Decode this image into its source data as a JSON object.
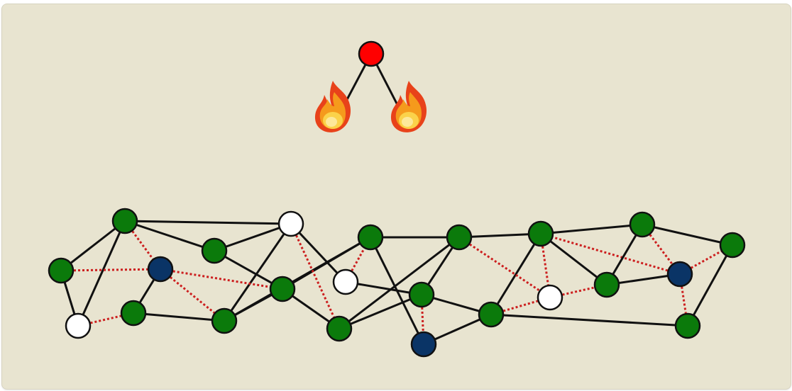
{
  "diagram": {
    "colors": {
      "background": "#e8e4d0",
      "edge_solid": "#111111",
      "edge_dotted": "#cc1f1f",
      "green": "#0b7a0b",
      "navy": "#0a3466",
      "white": "#ffffff",
      "red": "#ff0000",
      "outline": "#111111"
    },
    "root": {
      "id": "root",
      "color": "red"
    },
    "fire_icons": [
      "fire-left",
      "fire-right"
    ],
    "nodes": [
      {
        "id": "n1",
        "color": "green"
      },
      {
        "id": "n2",
        "color": "white"
      },
      {
        "id": "n3",
        "color": "green"
      },
      {
        "id": "n4",
        "color": "green"
      },
      {
        "id": "n5",
        "color": "navy"
      },
      {
        "id": "n6",
        "color": "green"
      },
      {
        "id": "n7",
        "color": "white"
      },
      {
        "id": "n8",
        "color": "green"
      },
      {
        "id": "n9",
        "color": "green"
      },
      {
        "id": "n10",
        "color": "white"
      },
      {
        "id": "n11",
        "color": "green"
      },
      {
        "id": "n12",
        "color": "green"
      },
      {
        "id": "n13",
        "color": "green"
      },
      {
        "id": "n14",
        "color": "navy"
      },
      {
        "id": "n15",
        "color": "green"
      },
      {
        "id": "n16",
        "color": "green"
      },
      {
        "id": "n17",
        "color": "white"
      },
      {
        "id": "n18",
        "color": "green"
      },
      {
        "id": "n19",
        "color": "green"
      },
      {
        "id": "n20",
        "color": "navy"
      },
      {
        "id": "n21",
        "color": "green"
      },
      {
        "id": "n22",
        "color": "green"
      }
    ],
    "edges": [
      {
        "from": "n1",
        "to": "n4",
        "style": "solid"
      },
      {
        "from": "n1",
        "to": "n2",
        "style": "solid"
      },
      {
        "from": "n4",
        "to": "n2",
        "style": "solid"
      },
      {
        "from": "n4",
        "to": "n7",
        "style": "solid"
      },
      {
        "from": "n4",
        "to": "n6",
        "style": "solid"
      },
      {
        "from": "n6",
        "to": "n7",
        "style": "solid"
      },
      {
        "from": "n6",
        "to": "n9",
        "style": "solid"
      },
      {
        "from": "n5",
        "to": "n3",
        "style": "solid"
      },
      {
        "from": "n3",
        "to": "n8",
        "style": "solid"
      },
      {
        "from": "n8",
        "to": "n7",
        "style": "solid"
      },
      {
        "from": "n8",
        "to": "n12",
        "style": "solid"
      },
      {
        "from": "n9",
        "to": "n8",
        "style": "solid"
      },
      {
        "from": "n9",
        "to": "n11",
        "style": "solid"
      },
      {
        "from": "n9",
        "to": "n12",
        "style": "solid"
      },
      {
        "from": "n7",
        "to": "n10",
        "style": "solid"
      },
      {
        "from": "n10",
        "to": "n13",
        "style": "solid"
      },
      {
        "from": "n11",
        "to": "n15",
        "style": "solid"
      },
      {
        "from": "n11",
        "to": "n13",
        "style": "solid"
      },
      {
        "from": "n15",
        "to": "n13",
        "style": "solid"
      },
      {
        "from": "n15",
        "to": "n12",
        "style": "solid"
      },
      {
        "from": "n12",
        "to": "n14",
        "style": "solid"
      },
      {
        "from": "n14",
        "to": "n16",
        "style": "solid"
      },
      {
        "from": "n13",
        "to": "n16",
        "style": "solid"
      },
      {
        "from": "n15",
        "to": "n18",
        "style": "solid"
      },
      {
        "from": "n18",
        "to": "n16",
        "style": "solid"
      },
      {
        "from": "n18",
        "to": "n19",
        "style": "solid"
      },
      {
        "from": "n18",
        "to": "n21",
        "style": "solid"
      },
      {
        "from": "n21",
        "to": "n19",
        "style": "solid"
      },
      {
        "from": "n19",
        "to": "n20",
        "style": "solid"
      },
      {
        "from": "n21",
        "to": "n22",
        "style": "solid"
      },
      {
        "from": "n22",
        "to": "n21",
        "style": "solid"
      },
      {
        "from": "n16",
        "to": "n22",
        "style": "solid"
      },
      {
        "from": "n22",
        "to": "n19",
        "style": "solid"
      },
      {
        "from": "n1",
        "to": "n5",
        "style": "dotted"
      },
      {
        "from": "n4",
        "to": "n5",
        "style": "dotted"
      },
      {
        "from": "n2",
        "to": "n3",
        "style": "dotted"
      },
      {
        "from": "n5",
        "to": "n9",
        "style": "dotted"
      },
      {
        "from": "n5",
        "to": "n8",
        "style": "dotted"
      },
      {
        "from": "n7",
        "to": "n11",
        "style": "dotted"
      },
      {
        "from": "n10",
        "to": "n12",
        "style": "dotted"
      },
      {
        "from": "n13",
        "to": "n14",
        "style": "dotted"
      },
      {
        "from": "n15",
        "to": "n17",
        "style": "dotted"
      },
      {
        "from": "n18",
        "to": "n17",
        "style": "dotted"
      },
      {
        "from": "n16",
        "to": "n17",
        "style": "dotted"
      },
      {
        "from": "n17",
        "to": "n19",
        "style": "dotted"
      },
      {
        "from": "n21",
        "to": "n20",
        "style": "dotted"
      },
      {
        "from": "n20",
        "to": "n22",
        "style": "dotted"
      },
      {
        "from": "n20",
        "to": "n18",
        "style": "dotted"
      }
    ]
  }
}
